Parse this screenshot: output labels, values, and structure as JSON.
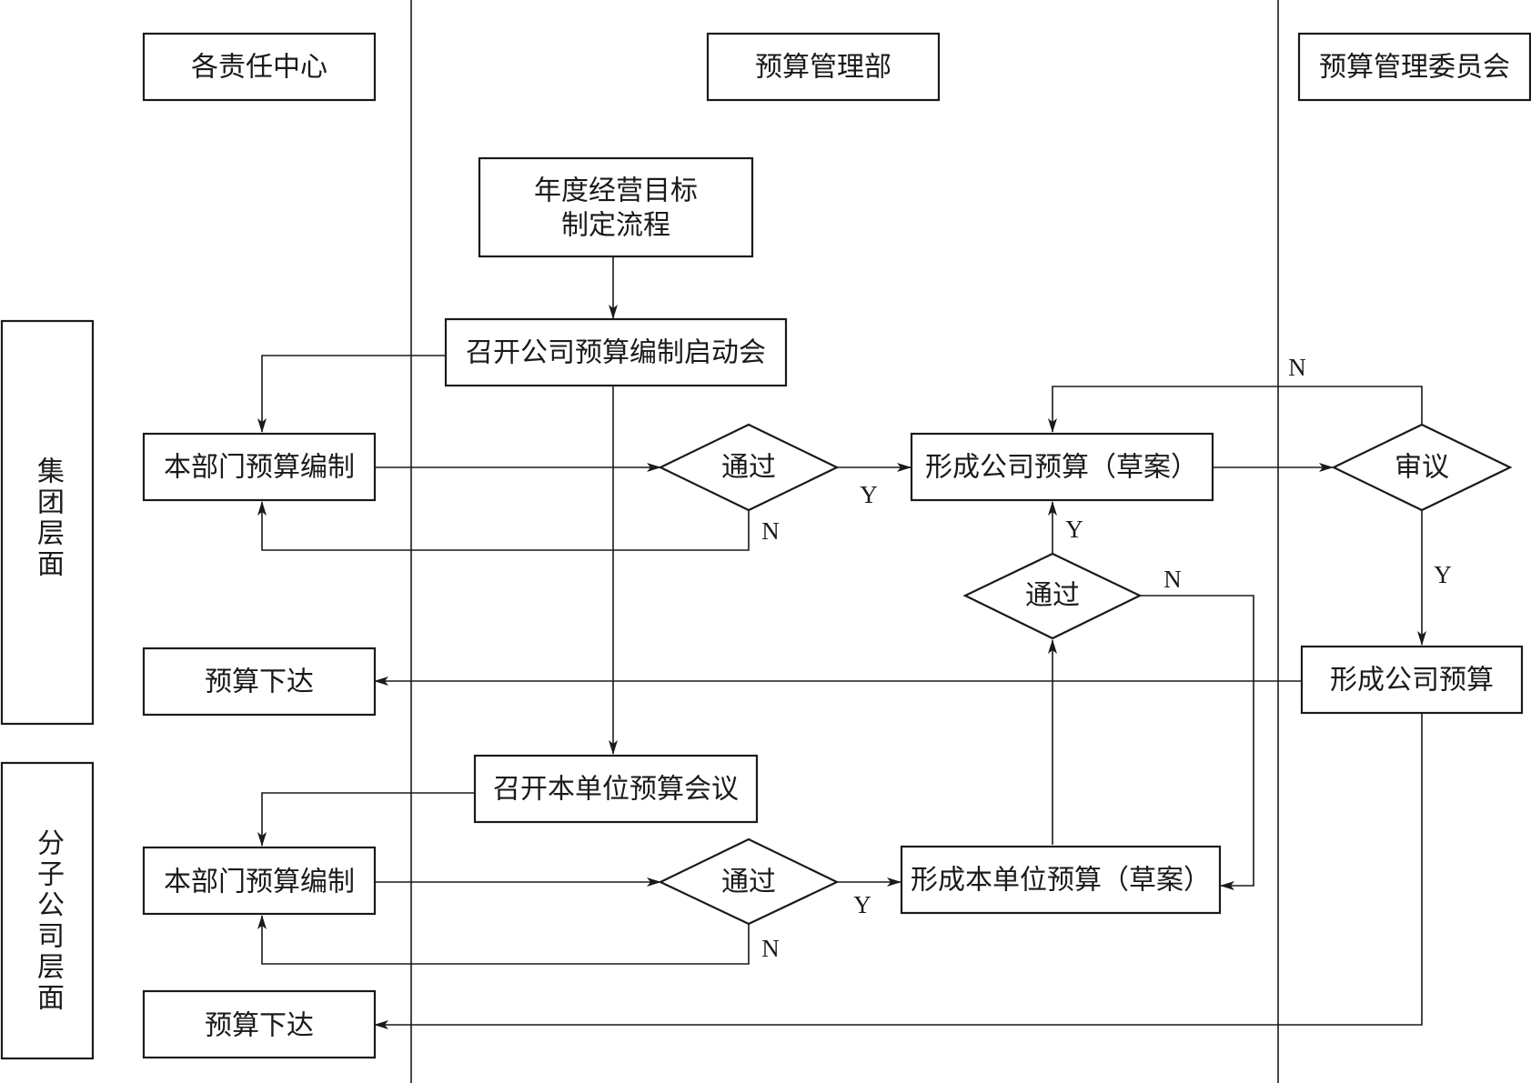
{
  "lanes": {
    "responsibility_centers": "各责任中心",
    "budget_dept": "预算管理部",
    "budget_committee": "预算管理委员会"
  },
  "levels": {
    "group": [
      "集",
      "团",
      "层",
      "面"
    ],
    "subsidiary": [
      "分",
      "子",
      "公",
      "司",
      "层",
      "面"
    ]
  },
  "nodes": {
    "annual_goal": [
      "年度经营目标",
      "制定流程"
    ],
    "group_kickoff": "召开公司预算编制启动会",
    "group_dept_prep": "本部门预算编制",
    "group_pass": "通过",
    "company_draft": "形成公司预算（草案）",
    "review": "审议",
    "company_budget": "形成公司预算",
    "group_issue": "预算下达",
    "unit_meeting": "召开本单位预算会议",
    "sub_dept_prep": "本部门预算编制",
    "sub_pass": "通过",
    "unit_draft": "形成本单位预算（草案）",
    "mid_pass": "通过",
    "sub_issue": "预算下达"
  },
  "edge_labels": {
    "yes": "Y",
    "no": "N"
  }
}
